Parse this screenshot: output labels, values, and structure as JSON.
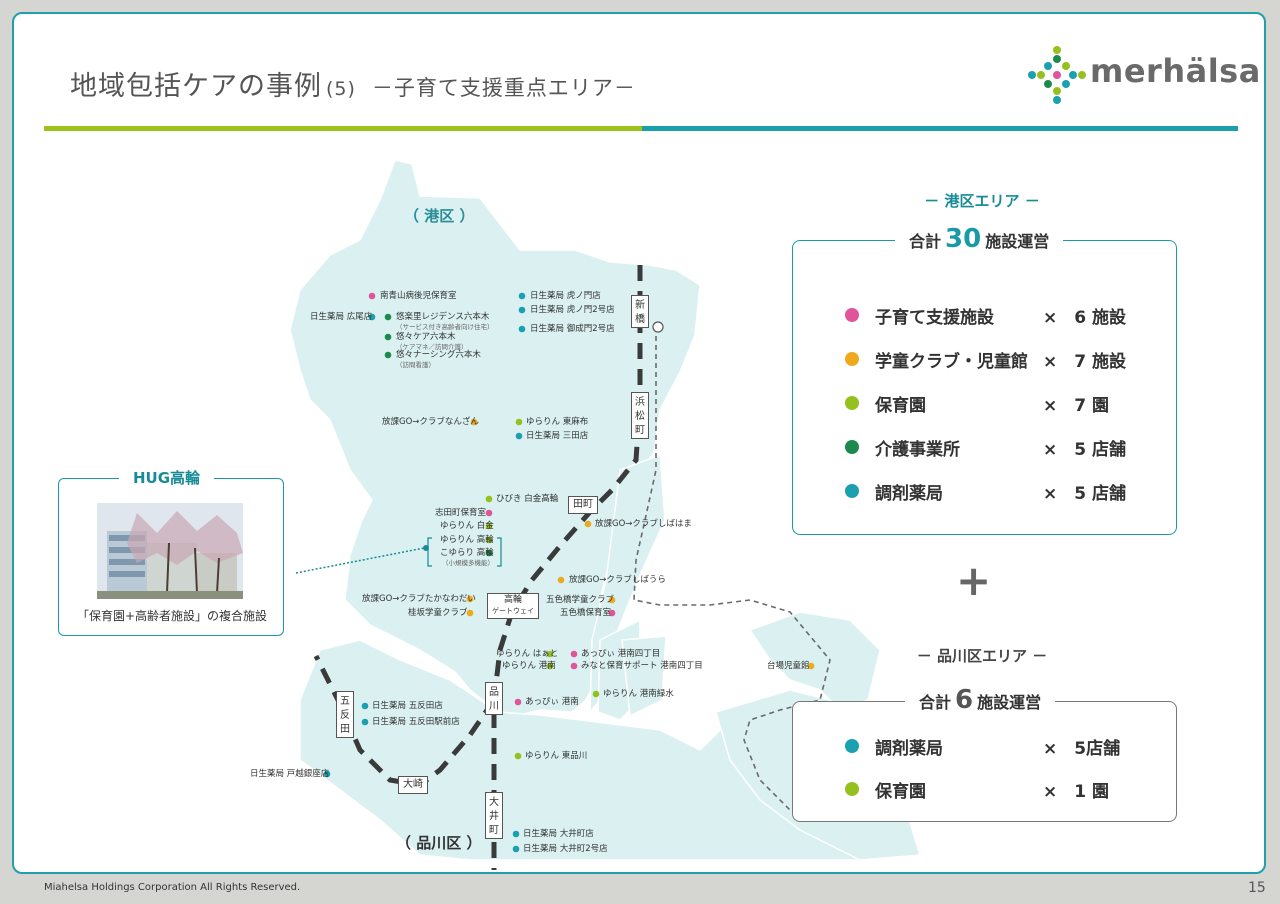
{
  "title": {
    "main": "地域包括ケアの事例",
    "num": "(5)",
    "sub": "－子育て支援重点エリア－"
  },
  "logo": {
    "text": "merhälsa"
  },
  "map": {
    "ward_minato": "（ 港区 ）",
    "ward_shinagawa": "（ 品川区 ）",
    "stations": {
      "shinbashi": "新橋",
      "hamamatsucho": "浜松町",
      "tamachi": "田町",
      "takanawa_gw_1": "高輪",
      "takanawa_gw_2": "ゲートウェイ",
      "shinagawa": "品川",
      "gotanda": "五反田",
      "osaki": "大崎",
      "oimachi": "大井町"
    },
    "labels": {
      "l01": "南青山病後児保育室",
      "l02": "日生薬局 広尾店",
      "l03": "悠楽里レジデンス六本木",
      "l03s": "（サービス付き高齢者向け住宅）",
      "l04": "悠々ケア六本木",
      "l04s": "（ケアマネ／訪問介護）",
      "l05": "悠々ナーシング六本木",
      "l05s": "（訪問看護）",
      "l06": "日生薬局 虎ノ門店",
      "l07": "日生薬局 虎ノ門2号店",
      "l08": "日生薬局 御成門2号店",
      "l09": "放課GO→クラブなんざん",
      "l10": "ゆらりん 東麻布",
      "l11": "日生薬局 三田店",
      "l12": "ひびき 白金高輪",
      "l13": "志田町保育室",
      "l14": "ゆらりん 白金",
      "l15": "ゆらりん 高輪",
      "l16": "こゆらり 高輪",
      "l16s": "（小規模多機能）",
      "l17": "放課GO→クラブしばはま",
      "l18": "放課GO→クラブしばうら",
      "l19": "放課GO→クラブたかなわだい",
      "l20": "桂坂学童クラブ",
      "l21": "五色橋学童クラブ",
      "l22": "五色橋保育室",
      "l23": "ゆらりん はぁと",
      "l24": "ゆらりん 港南",
      "l25": "あっぴぃ 港南四丁目",
      "l26": "みなと保育サポート 港南四丁目",
      "l27": "あっぴぃ 港南",
      "l28": "ゆらりん 港南緑水",
      "l29": "台場児童館",
      "l30": "日生薬局 五反田店",
      "l31": "日生薬局 五反田駅前店",
      "l32": "日生薬局 戸越銀座店",
      "l33": "ゆらりん 東品川",
      "l34": "日生薬局 大井町店",
      "l35": "日生薬局 大井町2号店"
    }
  },
  "hug": {
    "title": "HUG高輪",
    "caption": "「保育園+高齢者施設」の複合施設"
  },
  "minato": {
    "heading": "－ 港区エリア －",
    "total_prefix": "合計",
    "total_num": "30",
    "total_suffix": "施設運営",
    "rows": [
      {
        "label": "子育て支援施設",
        "count": "×　6 施設",
        "color": "#e0559a"
      },
      {
        "label": "学童クラブ・児童館",
        "count": "×　7 施設",
        "color": "#eeaa1c"
      },
      {
        "label": "保育園",
        "count": "×　7 園",
        "color": "#95c11f"
      },
      {
        "label": "介護事業所",
        "count": "×　5 店舗",
        "color": "#1b8a4c"
      },
      {
        "label": "調剤薬局",
        "count": "×　5 店舗",
        "color": "#1ba0b0"
      }
    ]
  },
  "plus": "+",
  "shinagawa": {
    "heading": "－ 品川区エリア －",
    "total_prefix": "合計",
    "total_num": "6",
    "total_suffix": "施設運営",
    "rows": [
      {
        "label": "調剤薬局",
        "count": "×　5店舗",
        "color": "#1ba0b0"
      },
      {
        "label": "保育園",
        "count": "×　1 園",
        "color": "#95c11f"
      }
    ]
  },
  "footer": {
    "copyright": "Miahelsa Holdings Corporation All Rights Reserved.",
    "page": "15"
  }
}
